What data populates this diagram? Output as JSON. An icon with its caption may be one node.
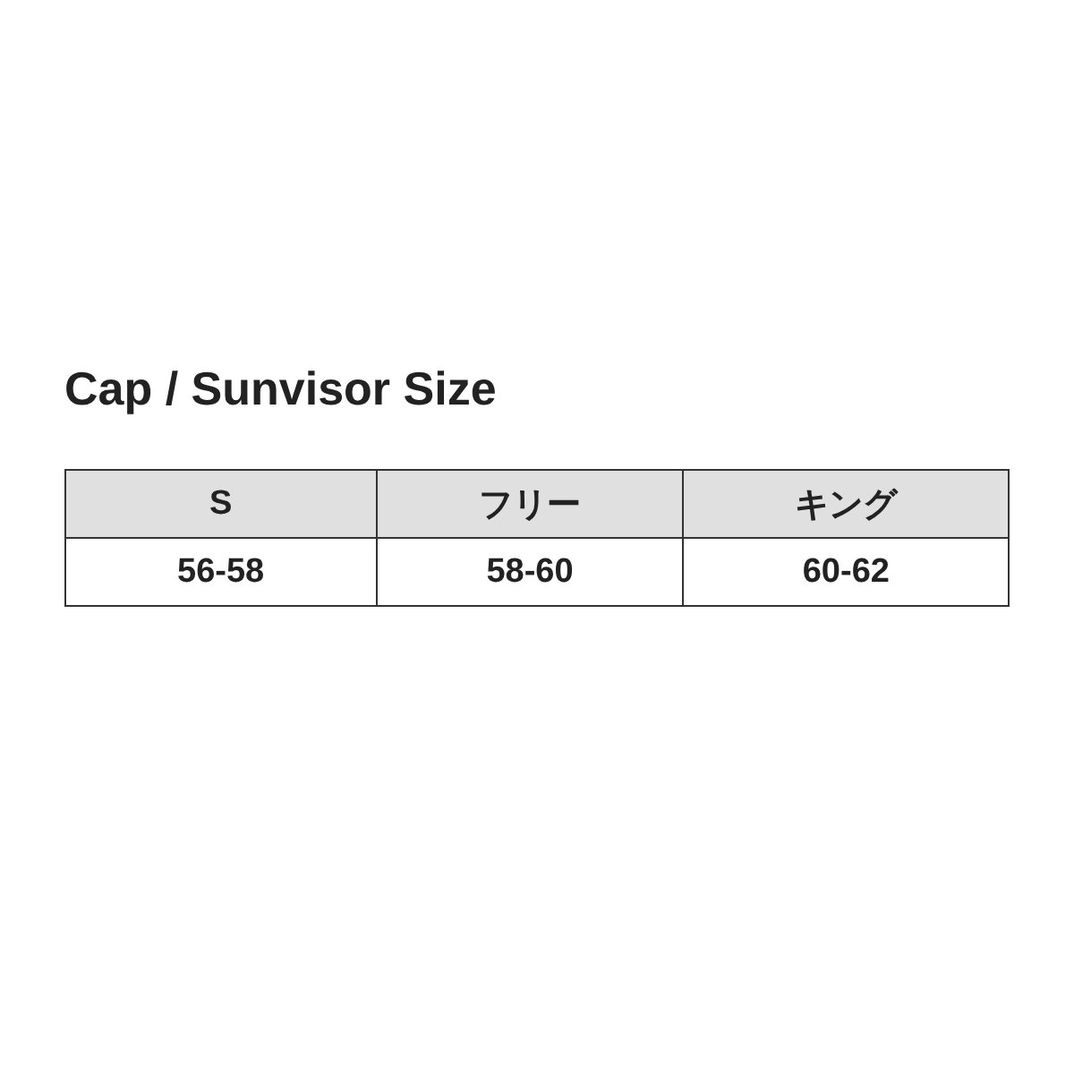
{
  "diagram": {
    "title": "Cap / Sunvisor Size",
    "labels": [
      "S",
      "フリー",
      "キング",
      "56-58",
      "58-60",
      "60-62"
    ]
  }
}
